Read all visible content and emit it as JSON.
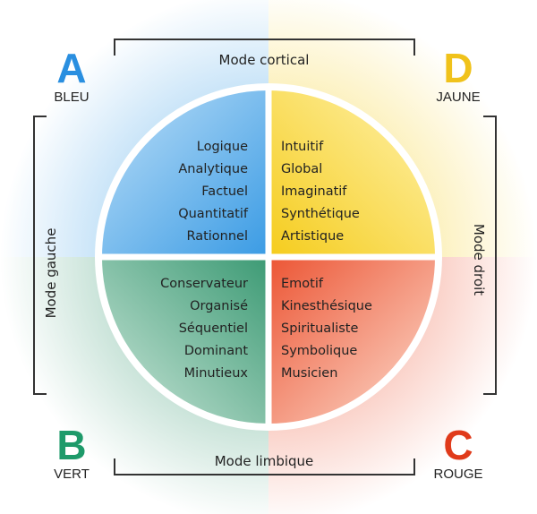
{
  "colors": {
    "blue": "#3b9ee6",
    "yellow": "#f6d12a",
    "green": "#3b9a74",
    "red": "#ee5a3a",
    "letter_a": "#2a8fe0",
    "letter_d": "#f0c21a",
    "letter_b": "#1e9a6a",
    "letter_c": "#e03a1a"
  },
  "corners": {
    "a": {
      "letter": "A",
      "word": "BLEU"
    },
    "d": {
      "letter": "D",
      "word": "JAUNE"
    },
    "b": {
      "letter": "B",
      "word": "VERT"
    },
    "c": {
      "letter": "C",
      "word": "ROUGE"
    }
  },
  "modes": {
    "top": "Mode cortical",
    "bottom": "Mode limbique",
    "left": "Mode gauche",
    "right": "Mode droit"
  },
  "quadrants": {
    "blue": [
      "Logique",
      "Analytique",
      "Factuel",
      "Quantitatif",
      "Rationnel"
    ],
    "yellow": [
      "Intuitif",
      "Global",
      "Imaginatif",
      "Synthétique",
      "Artistique"
    ],
    "green": [
      "Conservateur",
      "Organisé",
      "Séquentiel",
      "Dominant",
      "Minutieux"
    ],
    "red": [
      "Emotif",
      "Kinesthésique",
      "Spiritualiste",
      "Symbolique",
      "Musicien"
    ]
  }
}
